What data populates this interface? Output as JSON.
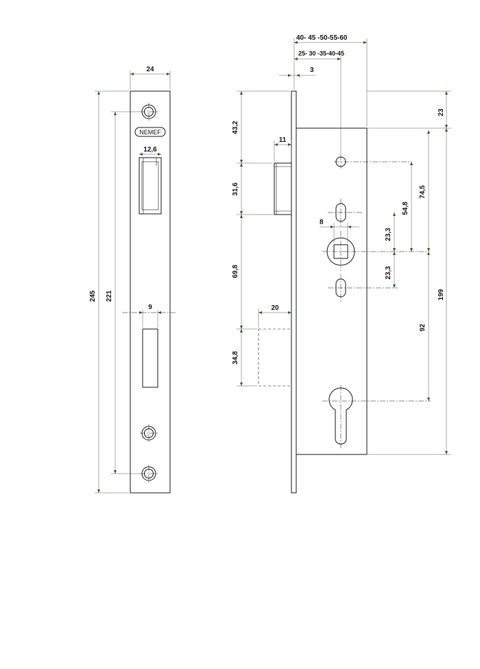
{
  "brand_logo_text": "NEMEF",
  "strike_plate": {
    "dim_width": "24",
    "dim_latch_opening": "12,6",
    "dim_bolt_opening": "9",
    "dim_total_height": "245",
    "dim_screw_spacing": "221"
  },
  "lock_body": {
    "dim_backset_faceplate": "40- 45 -50-55-60",
    "dim_backset_follower": "25- 30 -35-40-45",
    "dim_faceplate_thickness": "3",
    "dim_top_to_latch": "43,2",
    "dim_latch_projection": "11",
    "dim_latch_height": "31,6",
    "dim_latch_to_bolt": "69,8",
    "dim_bolt_projection": "20",
    "dim_bolt_height": "34,8",
    "dim_top_offset": "23",
    "dim_follower_square": "8",
    "dim_follower_to_slot_upper": "23,3",
    "dim_follower_to_slot_lower": "23,3",
    "dim_follower_to_hole_a": "54,8",
    "dim_follower_to_hole_b": "74,5",
    "dim_follower_to_cylinder": "92",
    "dim_case_height": "199"
  },
  "colors": {
    "line": "#111111",
    "arrow": "#2b5a1a",
    "background": "#ffffff"
  }
}
